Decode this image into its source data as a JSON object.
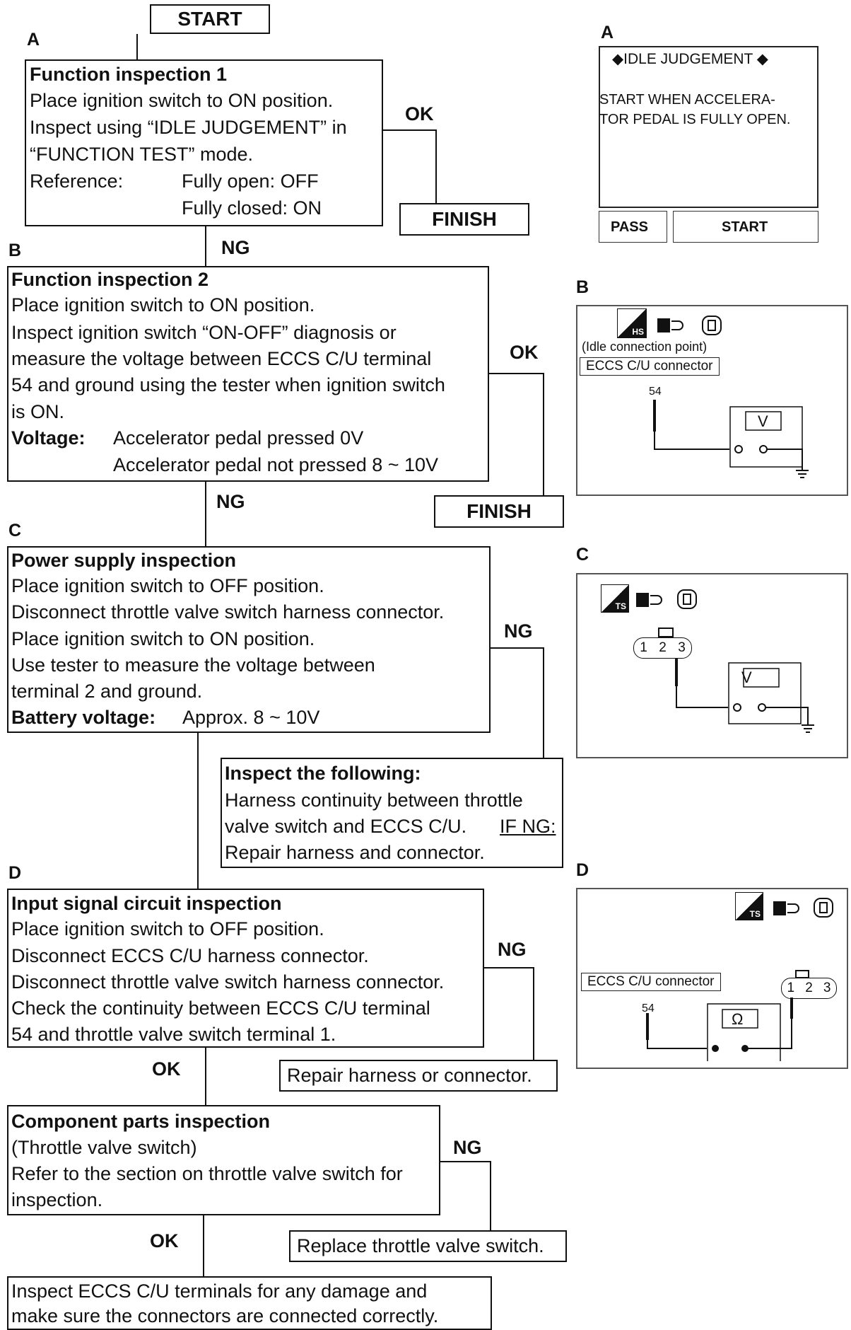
{
  "start": "START",
  "sections": {
    "a": "A",
    "b": "B",
    "c": "C",
    "d": "D"
  },
  "box1": {
    "title": "Function inspection 1",
    "l1": "Place ignition switch to ON position.",
    "l2": "Inspect using “IDLE JUDGEMENT” in",
    "l3": "“FUNCTION TEST” mode.",
    "ref_label": "Reference:",
    "ref1": "Fully open:  OFF",
    "ref2": "Fully closed:  ON"
  },
  "box2": {
    "title": "Function inspection 2",
    "l1": "Place ignition switch to ON position.",
    "l2": "Inspect ignition switch “ON-OFF” diagnosis or",
    "l3": "measure the voltage between ECCS C/U terminal",
    "l4": "54 and ground using the tester when ignition switch",
    "l5": "is ON.",
    "volt_label": "Voltage:",
    "v1": "Accelerator pedal pressed 0V",
    "v2": "Accelerator pedal not pressed 8 ~ 10V"
  },
  "box3": {
    "title": "Power supply inspection",
    "l1": "Place ignition switch to OFF position.",
    "l2": "Disconnect throttle valve switch harness connector.",
    "l3": "Place ignition switch to ON position.",
    "l4": "Use tester to measure the voltage between",
    "l5": "terminal 2 and ground.",
    "batt_label": "Battery voltage:",
    "batt_val": "Approx. 8 ~ 10V"
  },
  "box_insp": {
    "title": "Inspect the following:",
    "l1": "Harness continuity between throttle",
    "l2a": "valve switch and ECCS C/U.",
    "l2b": "IF NG:",
    "l3": "Repair harness and connector."
  },
  "box4": {
    "title": "Input signal circuit inspection",
    "l1": "Place ignition switch to OFF position.",
    "l2": "Disconnect ECCS C/U harness connector.",
    "l3": "Disconnect throttle valve switch harness connector.",
    "l4": "Check the continuity between ECCS C/U terminal",
    "l5": "54 and throttle valve switch terminal 1."
  },
  "repair_harness": "Repair harness or connector.",
  "box5": {
    "title": "Component parts inspection",
    "l1": "(Throttle valve switch)",
    "l2": "Refer to the section on throttle valve switch for",
    "l3": "inspection."
  },
  "replace_switch": "Replace throttle valve switch.",
  "box_final": {
    "l1": "Inspect ECCS C/U terminals for any damage and",
    "l2": "make sure the connectors are connected correctly."
  },
  "labels": {
    "ok": "OK",
    "ng": "NG",
    "finish": "FINISH"
  },
  "panel_a": {
    "header": "◆IDLE JUDGEMENT    ◆",
    "m1": "START WHEN ACCELERA-",
    "m2": "TOR PEDAL IS FULLY OPEN.",
    "pass": "PASS",
    "start": "START"
  },
  "panel_b": {
    "hs": "HS",
    "idle_point": "(Idle connection point)",
    "connector": "ECCS C/U connector",
    "terminal": "54",
    "meter": "V"
  },
  "panel_c": {
    "ts": "TS",
    "pins": [
      "1",
      "2",
      "3"
    ],
    "meter": "V"
  },
  "panel_d": {
    "ts": "TS",
    "connector": "ECCS C/U connector",
    "terminal": "54",
    "pins": [
      "1",
      "2",
      "3"
    ],
    "meter": "Ω"
  },
  "colors": {
    "ink": "#111111",
    "panel_border": "#555555"
  }
}
